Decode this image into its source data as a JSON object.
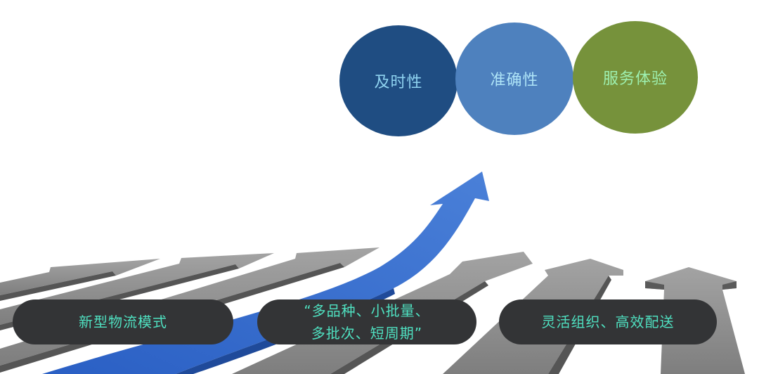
{
  "goals": [
    {
      "label": "及时性",
      "color": "#1f4d82"
    },
    {
      "label": "准确性",
      "color": "#4e81be"
    },
    {
      "label": "服务体验",
      "color": "#76923b"
    }
  ],
  "drivers": [
    {
      "lines": [
        "新型物流模式"
      ]
    },
    {
      "lines": [
        "“多品种、小批量、",
        "多批次、短周期”"
      ]
    },
    {
      "lines": [
        "灵活组织、高效配送"
      ]
    }
  ],
  "colors": {
    "rising_arrow": "#3a6fcf",
    "gray_arrow": "#8f8f8f",
    "pill_bg": "#333436",
    "pill_text": "#4fe0c0"
  }
}
